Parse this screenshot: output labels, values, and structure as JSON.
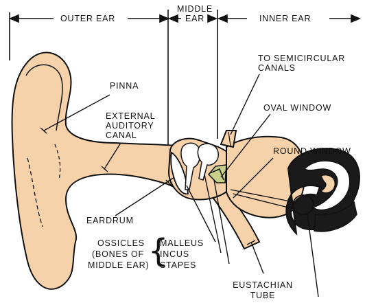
{
  "colors": {
    "skin": "#f6d2ab",
    "outline": "#111111",
    "background": "#ffffff",
    "cochlea_dark": "#1a1a1a"
  },
  "regions": {
    "outer_ear": "OUTER EAR",
    "middle_ear_line1": "MIDDLE",
    "middle_ear_line2": "EAR",
    "inner_ear": "INNER EAR"
  },
  "labels": {
    "pinna": "PINNA",
    "external_canal": [
      "EXTERNAL",
      "AUDITORY",
      "CANAL"
    ],
    "semicircular": [
      "TO SEMICIRCULAR",
      "CANALS"
    ],
    "oval_window": "OVAL WINDOW",
    "round_window": "ROUND WINDOW",
    "eardrum": "EARDRUM",
    "ossicles": [
      "OSSICLES",
      "(BONES OF",
      "MIDDLE EAR)"
    ],
    "malleus": "MALLEUS",
    "incus": "INCUS",
    "stapes": "STAPES",
    "eustachian": [
      "EUSTACHIAN",
      "TUBE"
    ]
  }
}
